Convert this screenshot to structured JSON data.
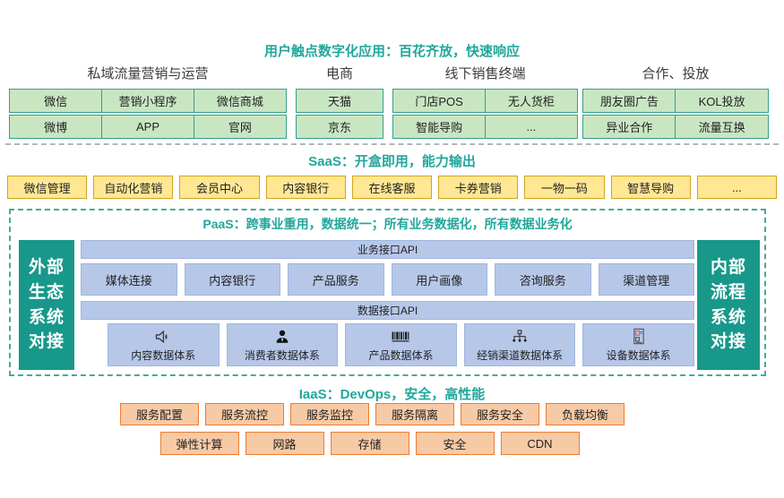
{
  "titles": {
    "top": "用户触点数字化应用：百花齐放，快速响应",
    "saas": "SaaS：开盒即用，能力输出",
    "paas": "PaaS：跨事业重用，数据统一；所有业务数据化，所有数据业务化",
    "iaas": "IaaS：DevOps，安全，高性能"
  },
  "colors": {
    "teal_heading": "#21a79c",
    "green_fill": "#c9e6c3",
    "green_border": "#35a08b",
    "yellow_fill": "#ffe794",
    "yellow_border": "#d2a41f",
    "blue_fill": "#b6c7e8",
    "teal_box": "#17988a",
    "orange_fill": "#f7caa6",
    "orange_border": "#ec7d31"
  },
  "touchpoints": {
    "groups": [
      {
        "header": "私域流量营销与运营",
        "rows": [
          [
            "微信",
            "营销小程序",
            "微信商城"
          ],
          [
            "微博",
            "APP",
            "官网"
          ]
        ]
      },
      {
        "header": "电商",
        "rows": [
          [
            "天猫"
          ],
          [
            "京东"
          ]
        ]
      },
      {
        "header": "线下销售终端",
        "rows": [
          [
            "门店POS",
            "无人货柜"
          ],
          [
            "智能导购",
            "..."
          ]
        ]
      },
      {
        "header": "合作、投放",
        "rows": [
          [
            "朋友圈广告",
            "KOL投放"
          ],
          [
            "异业合作",
            "流量互换"
          ]
        ]
      }
    ]
  },
  "saas": {
    "items": [
      "微信管理",
      "自动化营销",
      "会员中心",
      "内容银行",
      "在线客服",
      "卡券营销",
      "一物一码",
      "智慧导购",
      "..."
    ]
  },
  "paas": {
    "left_box_lines": [
      "外部",
      "生态",
      "系统",
      "对接"
    ],
    "right_box_lines": [
      "内部",
      "流程",
      "系统",
      "对接"
    ],
    "business_api": "业务接口API",
    "data_api": "数据接口API",
    "services": [
      "媒体连接",
      "内容银行",
      "产品服务",
      "用户画像",
      "咨询服务",
      "渠道管理"
    ],
    "data_systems": [
      {
        "icon": "speaker-icon",
        "label": "内容数据体系"
      },
      {
        "icon": "person-icon",
        "label": "消费者数据体系"
      },
      {
        "icon": "barcode-icon",
        "label": "产品数据体系"
      },
      {
        "icon": "org-chart-icon",
        "label": "经销渠道数据体系"
      },
      {
        "icon": "device-icon",
        "label": "设备数据体系"
      }
    ]
  },
  "iaas": {
    "row1": [
      "服务配置",
      "服务流控",
      "服务监控",
      "服务隔离",
      "服务安全",
      "负载均衡"
    ],
    "row2": [
      "弹性计算",
      "网路",
      "存储",
      "安全",
      "CDN"
    ]
  }
}
